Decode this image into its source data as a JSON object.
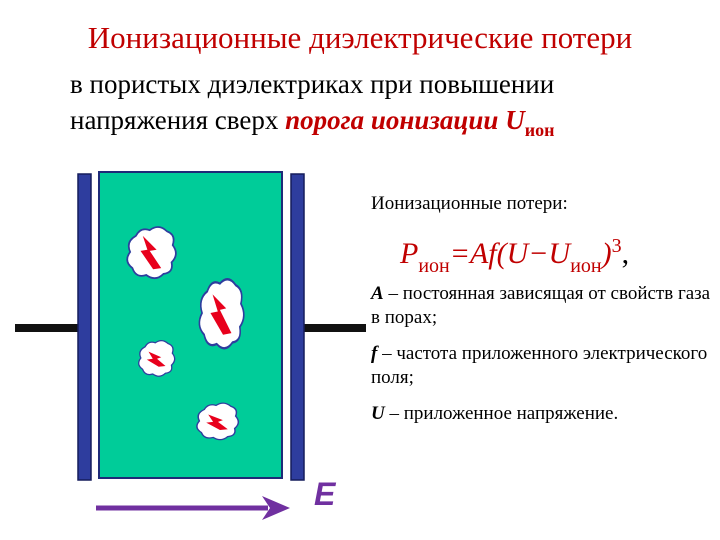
{
  "title": "Ионизационные диэлектрические потери",
  "subtitle": {
    "line1": "в пористых диэлектриках при повышении",
    "line2_prefix": "напряжения сверх ",
    "line2_highlight": "порога ионизации",
    "u_symbol": "U",
    "u_subscript": "ион"
  },
  "field_label": "E",
  "losses_heading": "Ионизационные потери:",
  "formula": {
    "p": "P",
    "p_sub": "ион",
    "middle": "=Af(U−U",
    "u_sub": "ион",
    "close": ")",
    "power": "3",
    "punct": ","
  },
  "definitions": [
    {
      "symbol": "A",
      "text": " – постоянная зависящая от свойств газа в порах;"
    },
    {
      "symbol": "f",
      "text": " – частота приложенного электрического поля;"
    },
    {
      "symbol": "U",
      "text": " – приложенное напряжение."
    }
  ],
  "colors": {
    "title": "#c00000",
    "dielectric": "#00cc99",
    "electrode": "#2e3d9e",
    "lightning": "#e8001c",
    "arrow": "#7030a0"
  },
  "icons": [
    "pore-cloud-icon",
    "lightning-icon",
    "arrow-right-icon"
  ]
}
